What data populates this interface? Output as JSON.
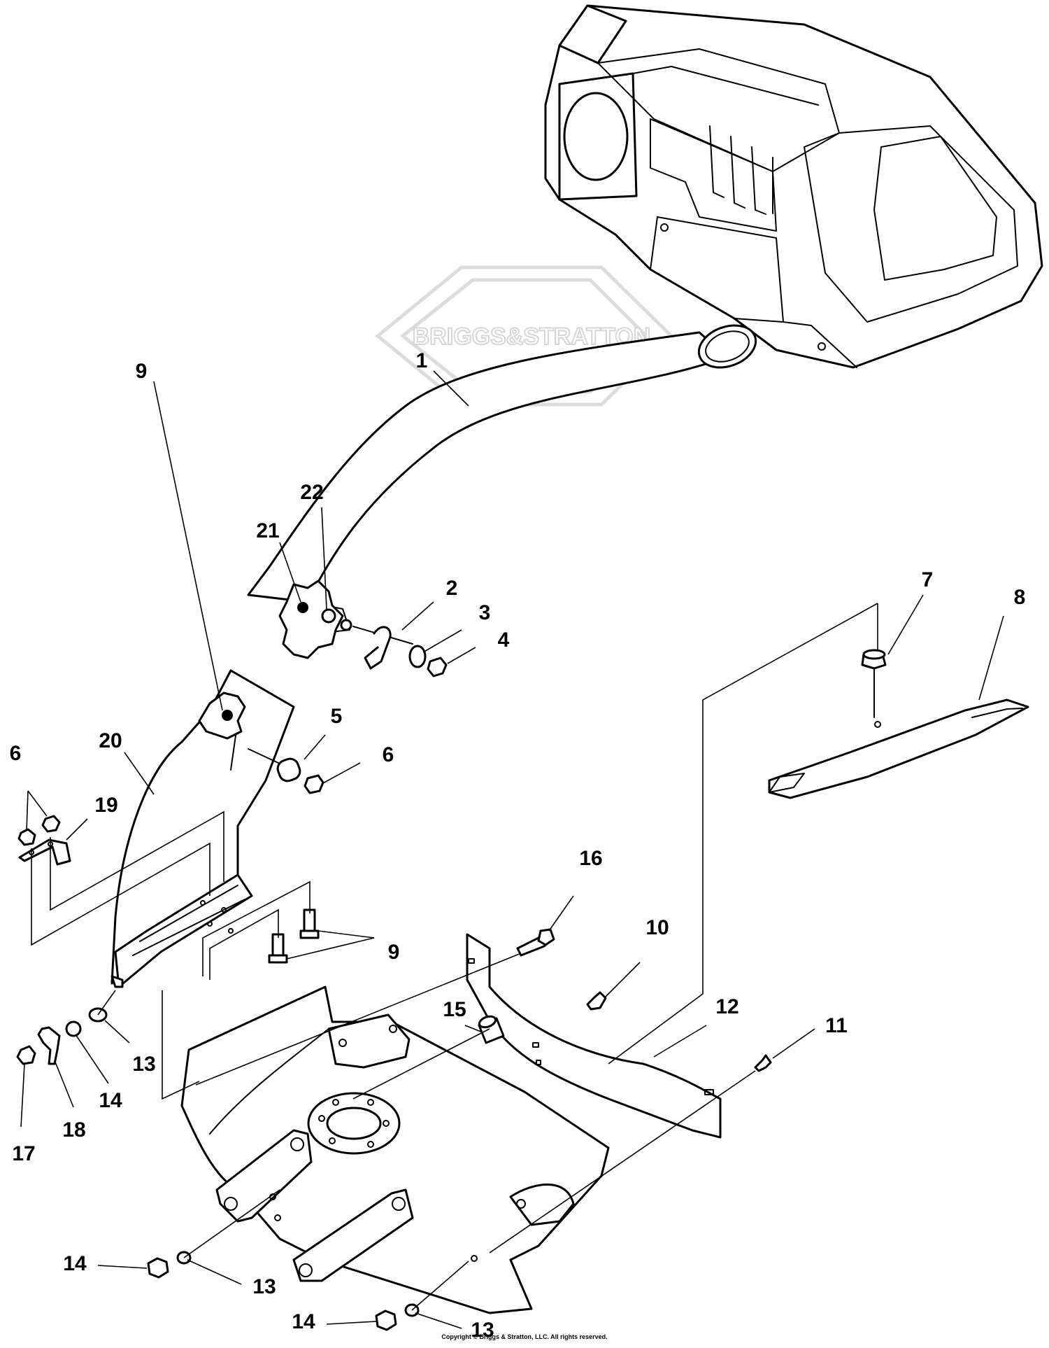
{
  "watermark": {
    "text": "BRIGGS&STRATTON"
  },
  "copyright": "Copyright © Briggs & Stratton, LLC. All rights reserved.",
  "callouts": {
    "c1": "1",
    "c2": "2",
    "c3": "3",
    "c4": "4",
    "c5": "5",
    "c6a": "6",
    "c6b": "6",
    "c7": "7",
    "c8": "8",
    "c9a": "9",
    "c9b": "9",
    "c10": "10",
    "c11": "11",
    "c12": "12",
    "c13a": "13",
    "c13b": "13",
    "c13c": "13",
    "c14a": "14",
    "c14b": "14",
    "c14c": "14",
    "c15": "15",
    "c16": "16",
    "c17": "17",
    "c18": "18",
    "c19": "19",
    "c20": "20",
    "c21": "21",
    "c22": "22"
  }
}
